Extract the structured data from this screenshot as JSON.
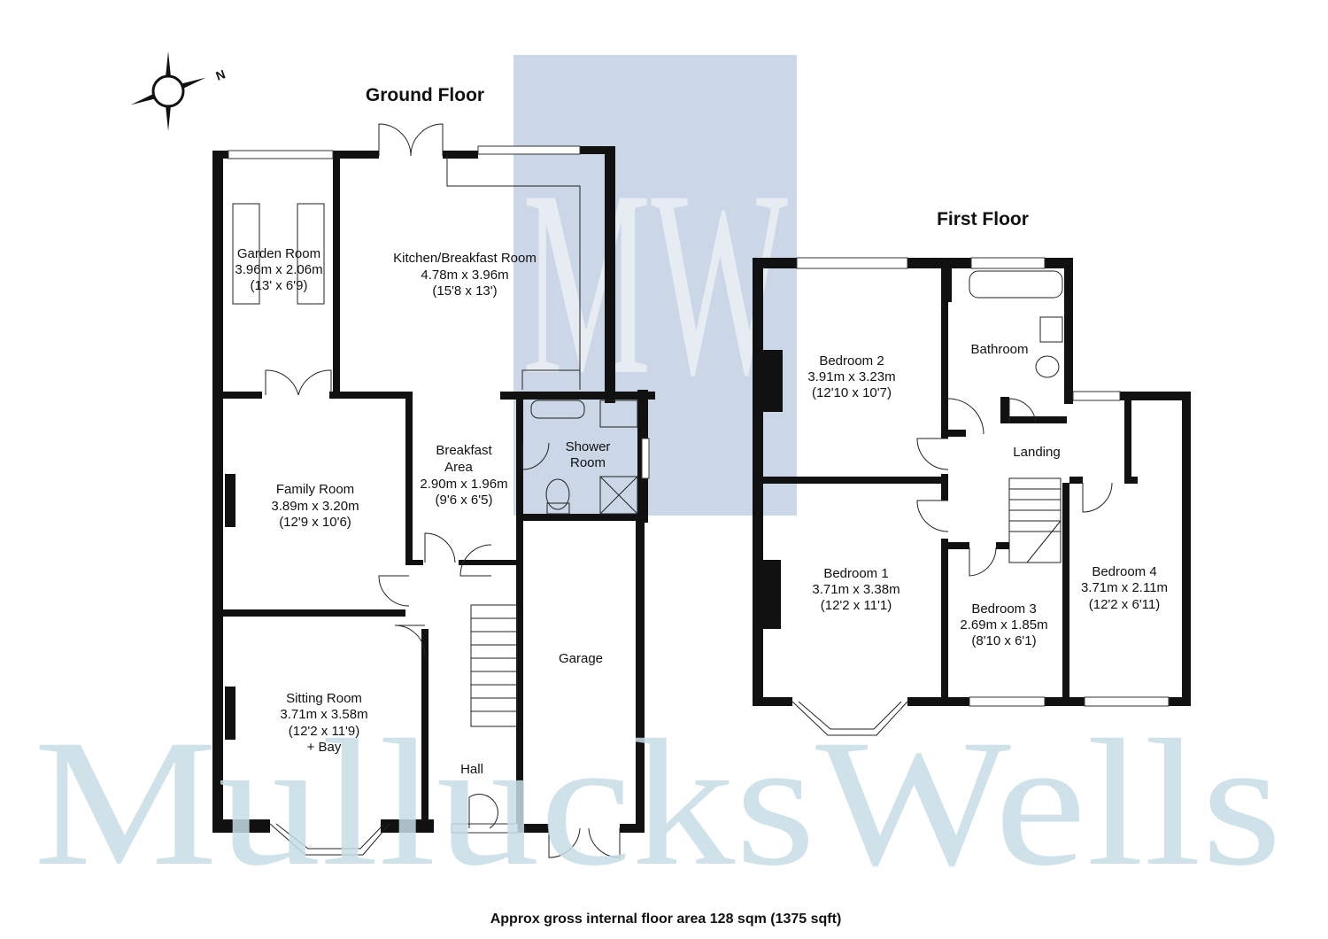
{
  "watermark": {
    "monogram": "MW",
    "brand": "MullucksWells",
    "brand_color": "#c7dde6",
    "block_color": "#b9c8de"
  },
  "compass": {
    "north_label": "N"
  },
  "ground_floor": {
    "title": "Ground Floor",
    "rooms": [
      {
        "name": "Garden Room",
        "metric": "3.96m x 2.06m",
        "imperial": "(13' x 6'9)"
      },
      {
        "name": "Kitchen/Breakfast Room",
        "metric": "4.78m x 3.96m",
        "imperial": "(15'8 x 13')"
      },
      {
        "name": "Breakfast",
        "name2": "Area",
        "metric": "2.90m x 1.96m",
        "imperial": "(9'6 x 6'5)"
      },
      {
        "name": "Shower",
        "name2": "Room"
      },
      {
        "name": "Family Room",
        "metric": "3.89m x 3.20m",
        "imperial": "(12'9 x 10'6)"
      },
      {
        "name": "Sitting Room",
        "metric": "3.71m x 3.58m",
        "imperial": "(12'2 x 11'9)",
        "extra": "+ Bay"
      },
      {
        "name": "Garage"
      },
      {
        "name": "Hall"
      }
    ]
  },
  "first_floor": {
    "title": "First Floor",
    "rooms": [
      {
        "name": "Bedroom 2",
        "metric": "3.91m x 3.23m",
        "imperial": "(12'10 x 10'7)"
      },
      {
        "name": "Bathroom"
      },
      {
        "name": "Landing"
      },
      {
        "name": "Bedroom 1",
        "metric": "3.71m x 3.38m",
        "imperial": "(12'2 x 11'1)"
      },
      {
        "name": "Bedroom 3",
        "metric": "2.69m x 1.85m",
        "imperial": "(8'10 x 6'1)"
      },
      {
        "name": "Bedroom 4",
        "metric": "3.71m x 2.11m",
        "imperial": "(12'2 x 6'11)"
      }
    ]
  },
  "footer": {
    "area_text": "Approx gross internal floor area 128 sqm (1375 sqft)"
  }
}
